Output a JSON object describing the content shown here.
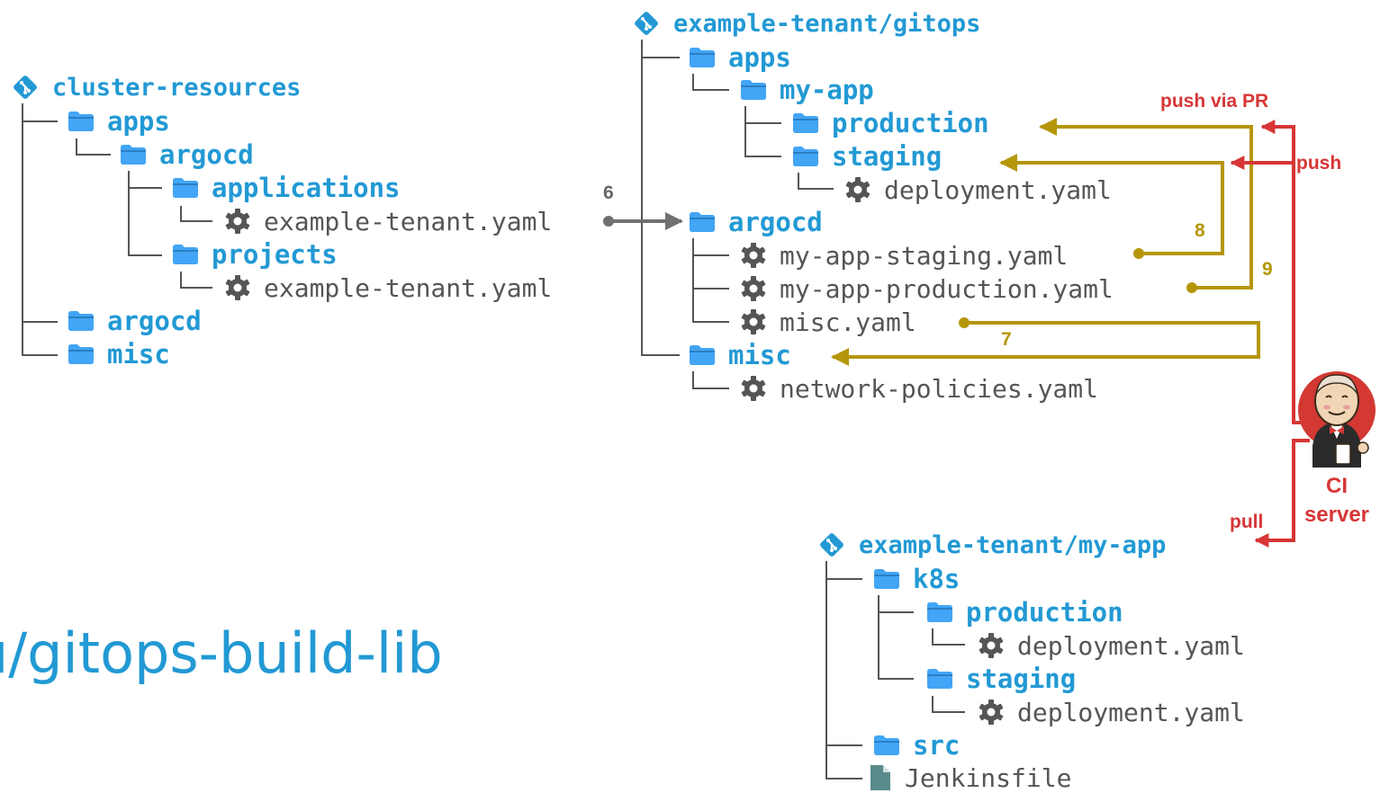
{
  "trees": {
    "cluster_resources": {
      "repo": "cluster-resources",
      "apps": "apps",
      "argocd_sub": "argocd",
      "applications": "applications",
      "applications_file": "example-tenant.yaml",
      "projects": "projects",
      "projects_file": "example-tenant.yaml",
      "argocd": "argocd",
      "misc": "misc"
    },
    "gitops": {
      "repo": "example-tenant/gitops",
      "apps": "apps",
      "my_app": "my-app",
      "production": "production",
      "staging": "staging",
      "deployment": "deployment.yaml",
      "argocd": "argocd",
      "staging_yaml": "my-app-staging.yaml",
      "production_yaml": "my-app-production.yaml",
      "misc_yaml": "misc.yaml",
      "misc": "misc",
      "network_policies": "network-policies.yaml"
    },
    "my_app": {
      "repo": "example-tenant/my-app",
      "k8s": "k8s",
      "production": "production",
      "production_deployment": "deployment.yaml",
      "staging": "staging",
      "staging_deployment": "deployment.yaml",
      "src": "src",
      "jenkinsfile": "Jenkinsfile"
    }
  },
  "arrows": {
    "step6": "6",
    "step7": "7",
    "step8": "8",
    "step9": "9",
    "push_via_pr": "push via PR",
    "push": "push",
    "pull": "pull"
  },
  "ci": {
    "line1": "CI",
    "line2": "server"
  },
  "background_text": "u/gitops-build-lib",
  "colors": {
    "folder_label": "#2299d4",
    "folder_icon": "#42a5f5",
    "repo_icon": "#2299d4",
    "file_label": "#555555",
    "gear": "#555555",
    "arrow_grey": "#707070",
    "arrow_gold": "#b5960a",
    "arrow_red": "#d73636"
  }
}
